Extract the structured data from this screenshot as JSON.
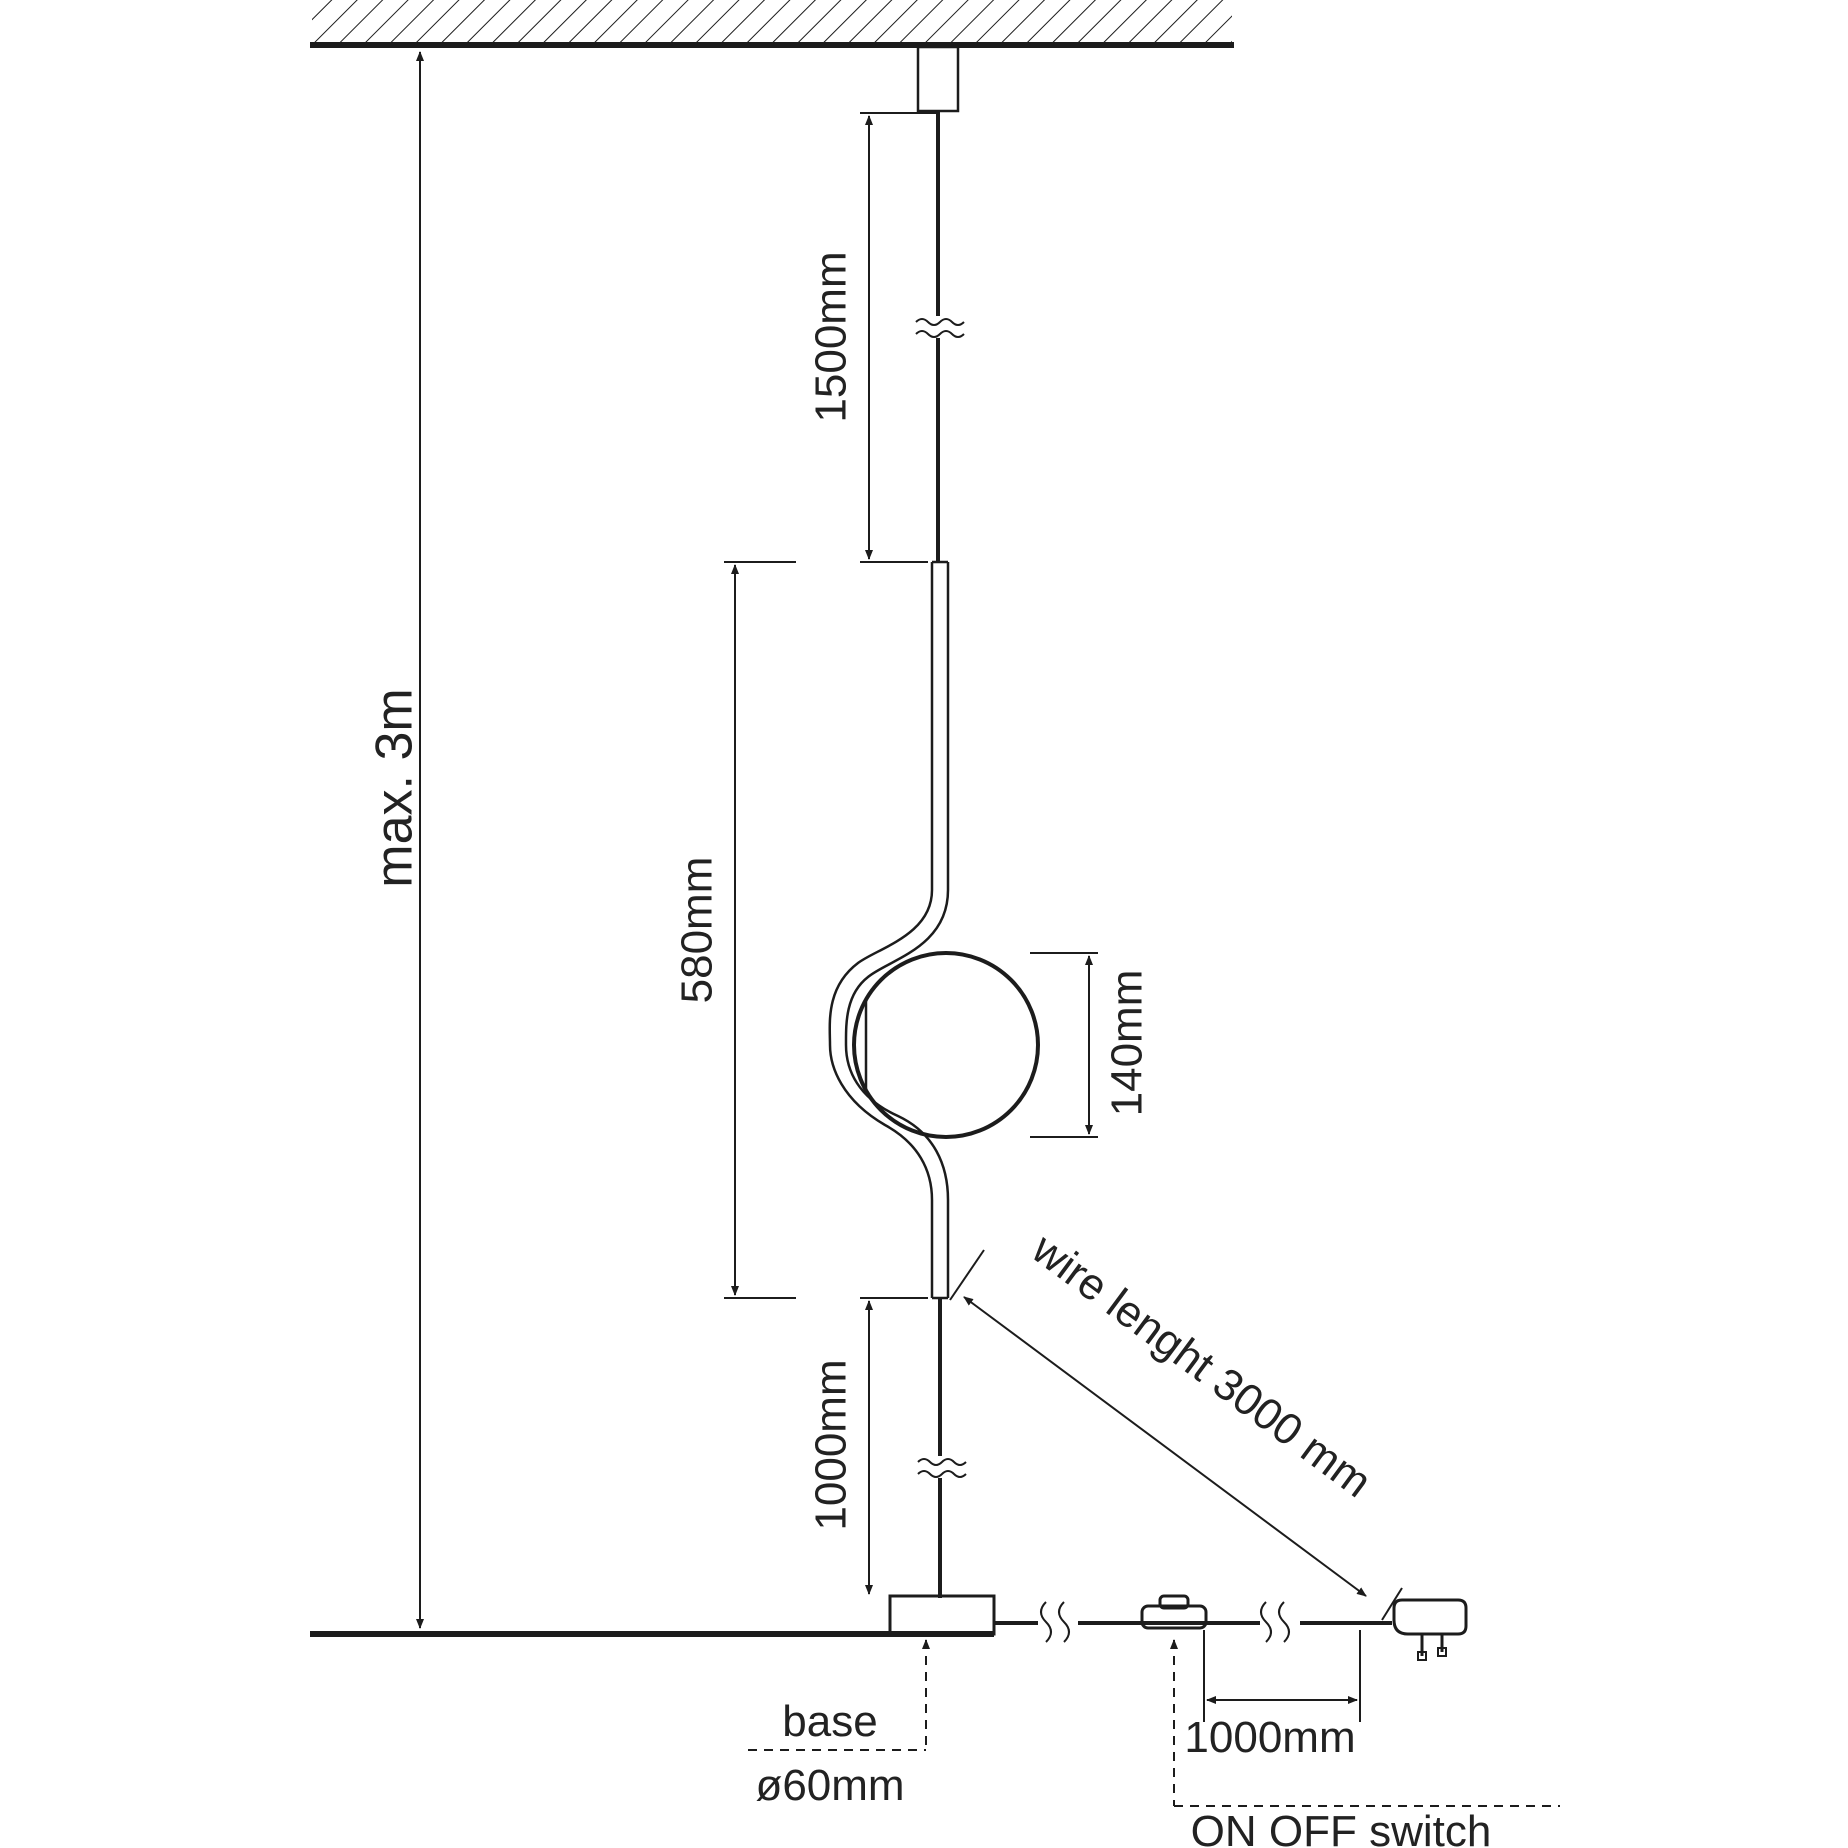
{
  "dimensions": {
    "max_height": "max. 3m",
    "top_cable": "1500mm",
    "lamp_body": "580mm",
    "globe": "140mm",
    "bottom_cable": "1000mm",
    "wire_length": "wire lenght 3000 mm",
    "base_label": "base",
    "base_diameter": "ø60mm",
    "plug_distance": "1000mm",
    "switch_label": "ON OFF switch"
  },
  "colors": {
    "line": "#1c1c1c",
    "background": "#ffffff"
  }
}
